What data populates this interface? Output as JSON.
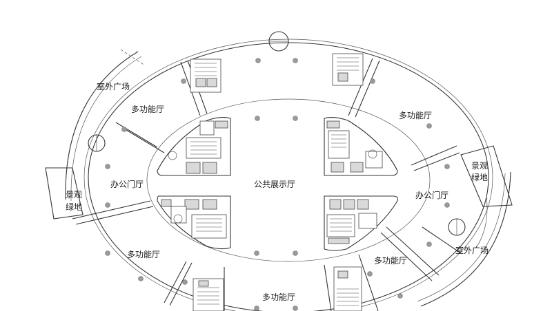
{
  "labels": {
    "public_hall": "公共展示厅",
    "office_hall_left": "办公门厅",
    "office_hall_right": "办公门厅",
    "mf_hall_top_left": "多功能厅",
    "mf_hall_top_right": "多功能厅",
    "mf_hall_bottom_left": "多功能厅",
    "mf_hall_bottom_center": "多功能厅",
    "mf_hall_bottom_right": "多功能厅",
    "plaza_top_left": "室外广场",
    "plaza_right": "室外广场",
    "landscape_left_1": "景观",
    "landscape_left_2": "绿地",
    "landscape_right_1": "景观",
    "landscape_right_2": "绿地"
  },
  "colors": {
    "wall": "#333333",
    "column": "#9a9a9a",
    "core_fill": "#d9d9d9"
  }
}
